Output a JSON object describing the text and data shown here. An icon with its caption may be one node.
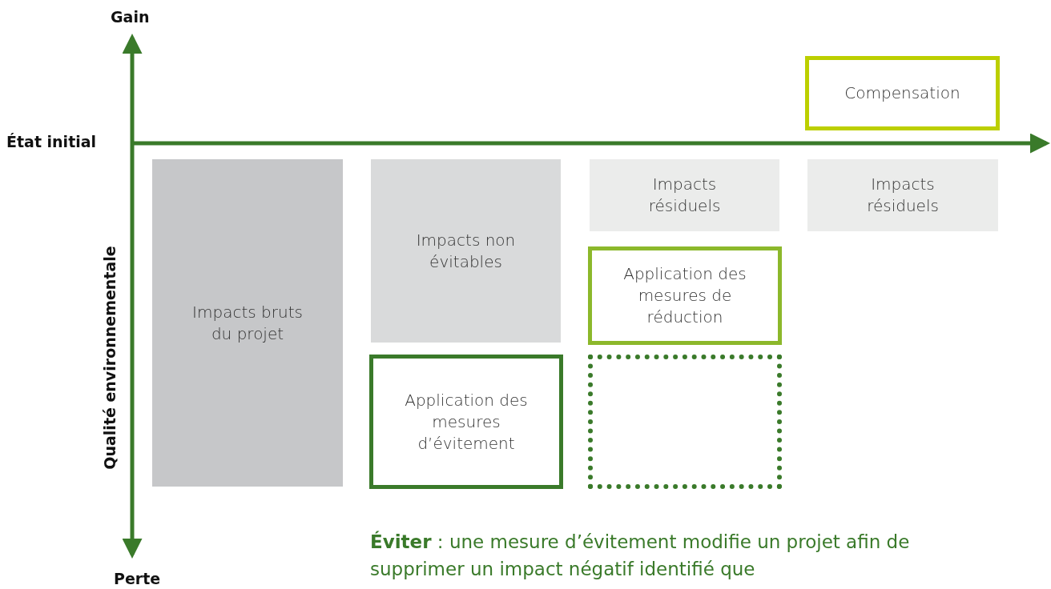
{
  "diagram": {
    "nodes": [
      {
        "text": [
          "Impacts bruts du projet"
        ]
      },
      {
        "text": [
          "Impacts non évitables"
        ]
      },
      {
        "text": [
          "Application des mesures d’évitement"
        ]
      },
      {
        "text": [
          "Impacts résiduels"
        ]
      },
      {
        "text": [
          "Application des mesures de réduction"
        ]
      },
      {
        "text": [],
        "shape": "box"
      },
      {
        "text": [
          "Compensation"
        ]
      },
      {
        "text": [
          "Impacts résiduels"
        ]
      }
    ],
    "labels": [
      "Gain",
      "État initial",
      "Qualité environnementale",
      "Perte",
      "**Éviter** : une mesure d’évitement modifie un projet afin de supprimer un impact négatif identifié que"
    ]
  }
}
